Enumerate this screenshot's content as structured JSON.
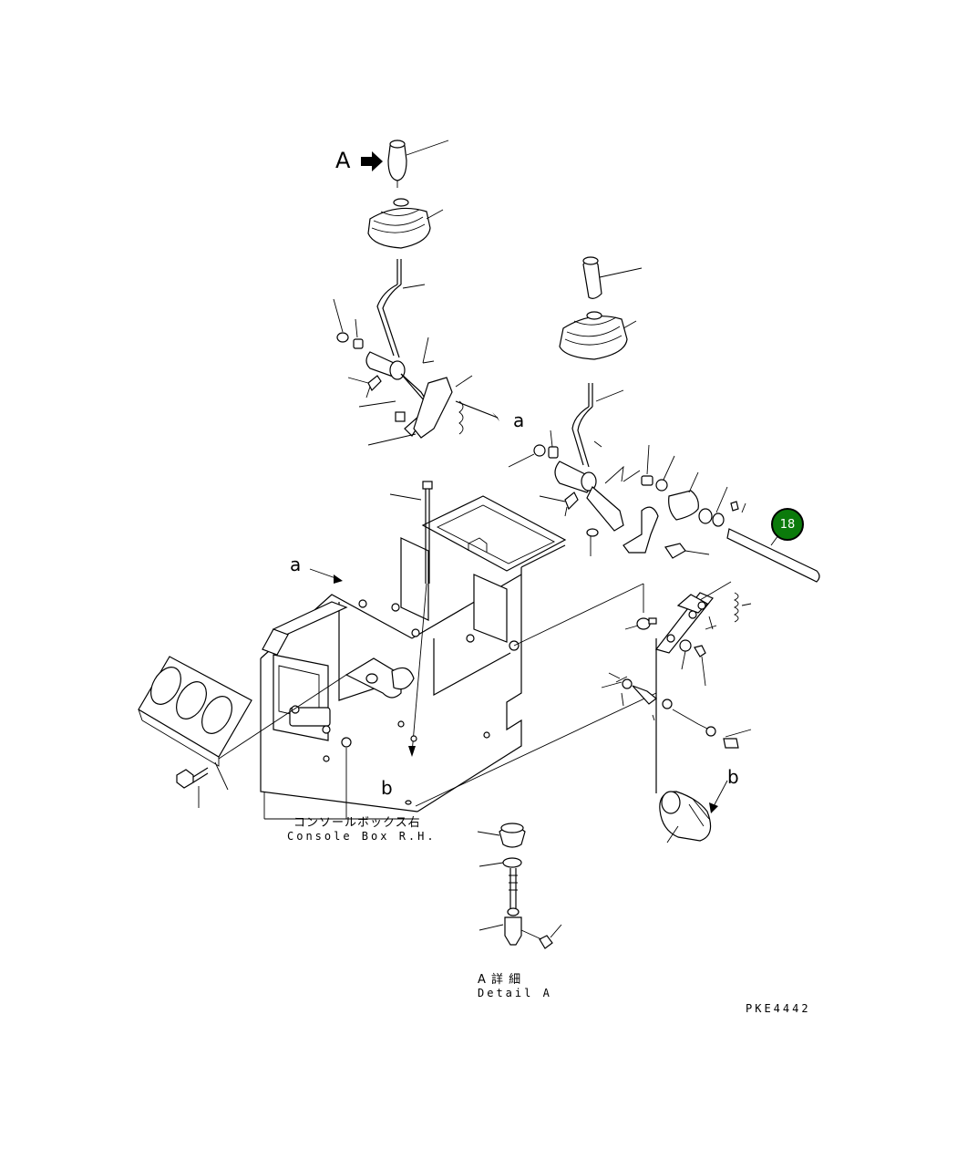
{
  "view_labels": {
    "view_a_big": "A",
    "ref_a_upper": "a",
    "ref_a_box": "a",
    "ref_b_box": "b",
    "ref_b_right": "b"
  },
  "captions": {
    "console_box_jp": "コンソールボックス右",
    "console_box_en": "Console Box R.H.",
    "detail_a_jp": "A 詳 細",
    "detail_a_en": "Detail A",
    "drawing_code": "PKE4442"
  },
  "callouts": [
    {
      "number": "18",
      "color": "#0b7a0b",
      "text_color": "#ffffff"
    }
  ]
}
